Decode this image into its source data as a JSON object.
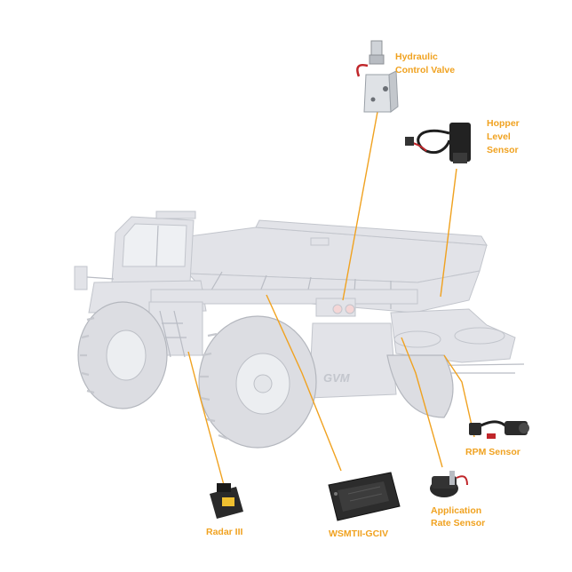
{
  "colors": {
    "accent": "#f0a220",
    "truck": "#e2e3e8",
    "component_dark": "#2a2a2a",
    "valve": "#d7dbe0"
  },
  "components": [
    {
      "id": "hydraulic",
      "lines": [
        "Hydraulic",
        "Control Valve"
      ],
      "icon": "hydraulic-valve-icon"
    },
    {
      "id": "hopper",
      "lines": [
        "Hopper",
        "Level",
        "Sensor"
      ],
      "icon": "hopper-sensor-icon"
    },
    {
      "id": "rpm",
      "lines": [
        "RPM Sensor"
      ],
      "icon": "rpm-sensor-icon"
    },
    {
      "id": "application",
      "lines": [
        "Application",
        "Rate Sensor"
      ],
      "icon": "application-sensor-icon"
    },
    {
      "id": "controller",
      "lines": [
        "WSMTII-GCIV"
      ],
      "icon": "controller-module-icon"
    },
    {
      "id": "radar",
      "lines": [
        "Radar III"
      ],
      "icon": "radar-icon"
    }
  ],
  "truck": {
    "decal": "GVM"
  }
}
